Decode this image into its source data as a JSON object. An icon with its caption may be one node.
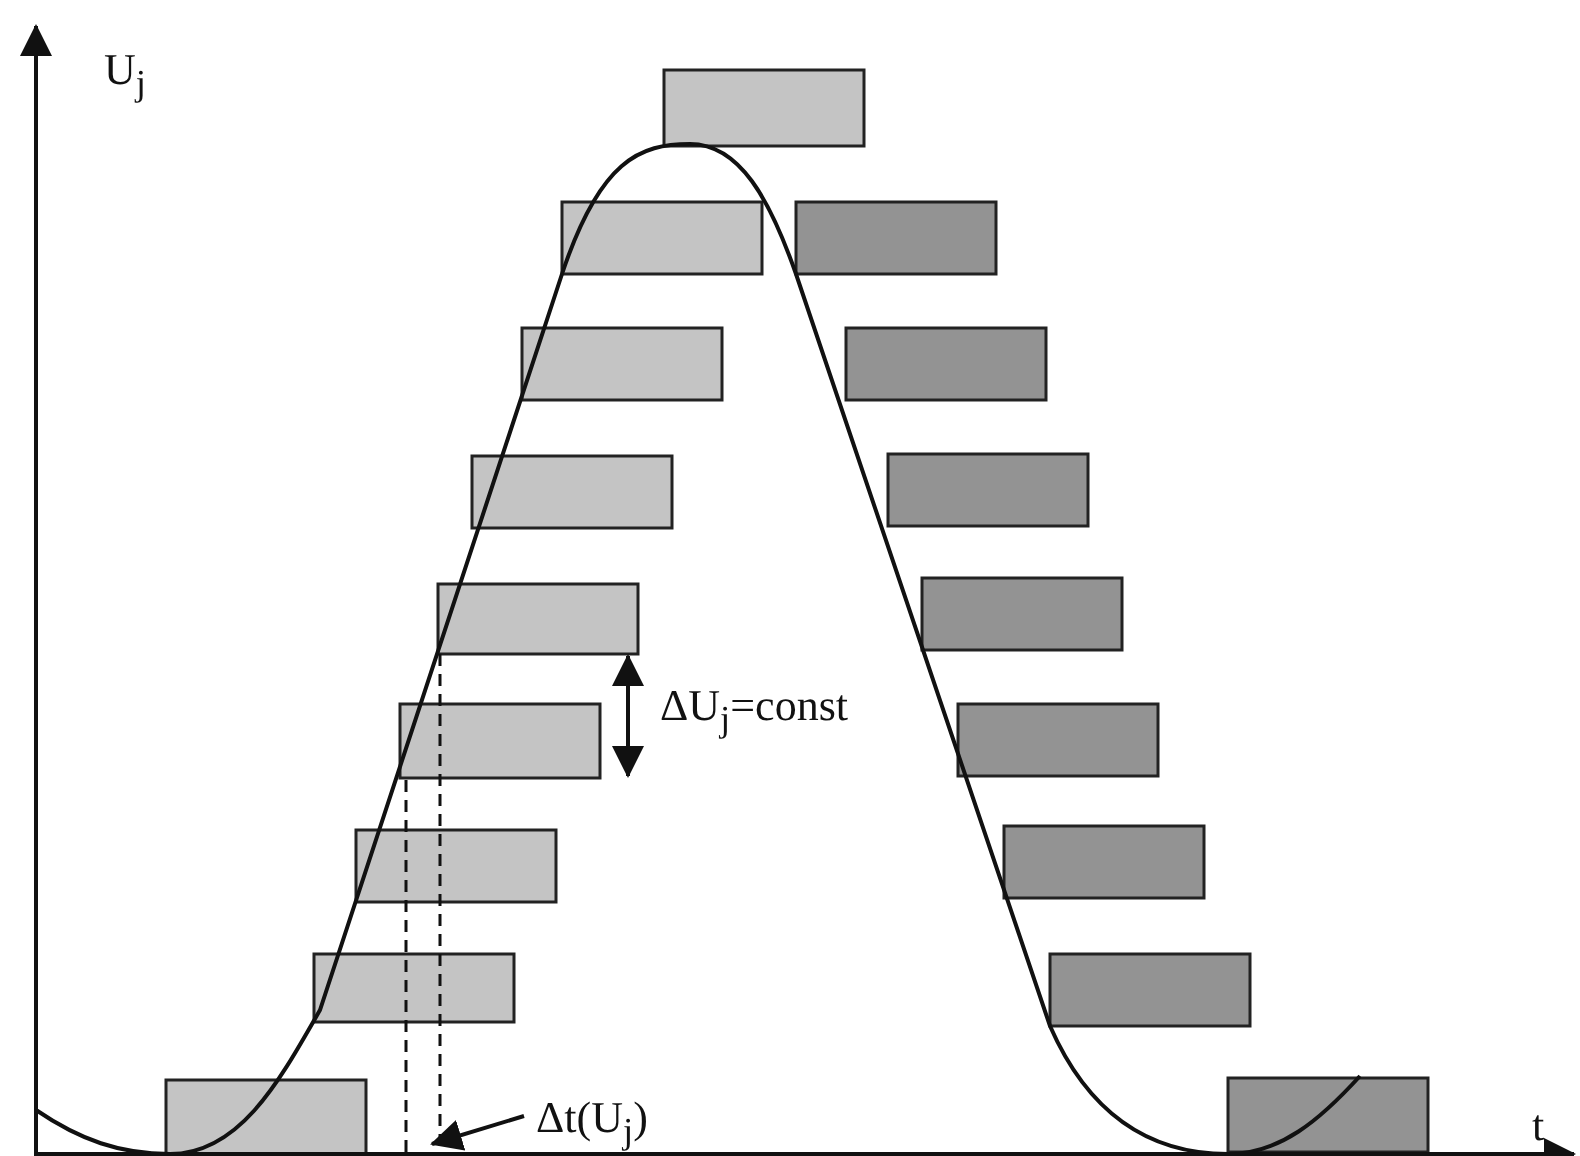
{
  "diagram": {
    "labels": [
      "U$_{j}$",
      "ΔU$_{j}$=const",
      "Δt(U$_{j}$)",
      "t"
    ]
  }
}
